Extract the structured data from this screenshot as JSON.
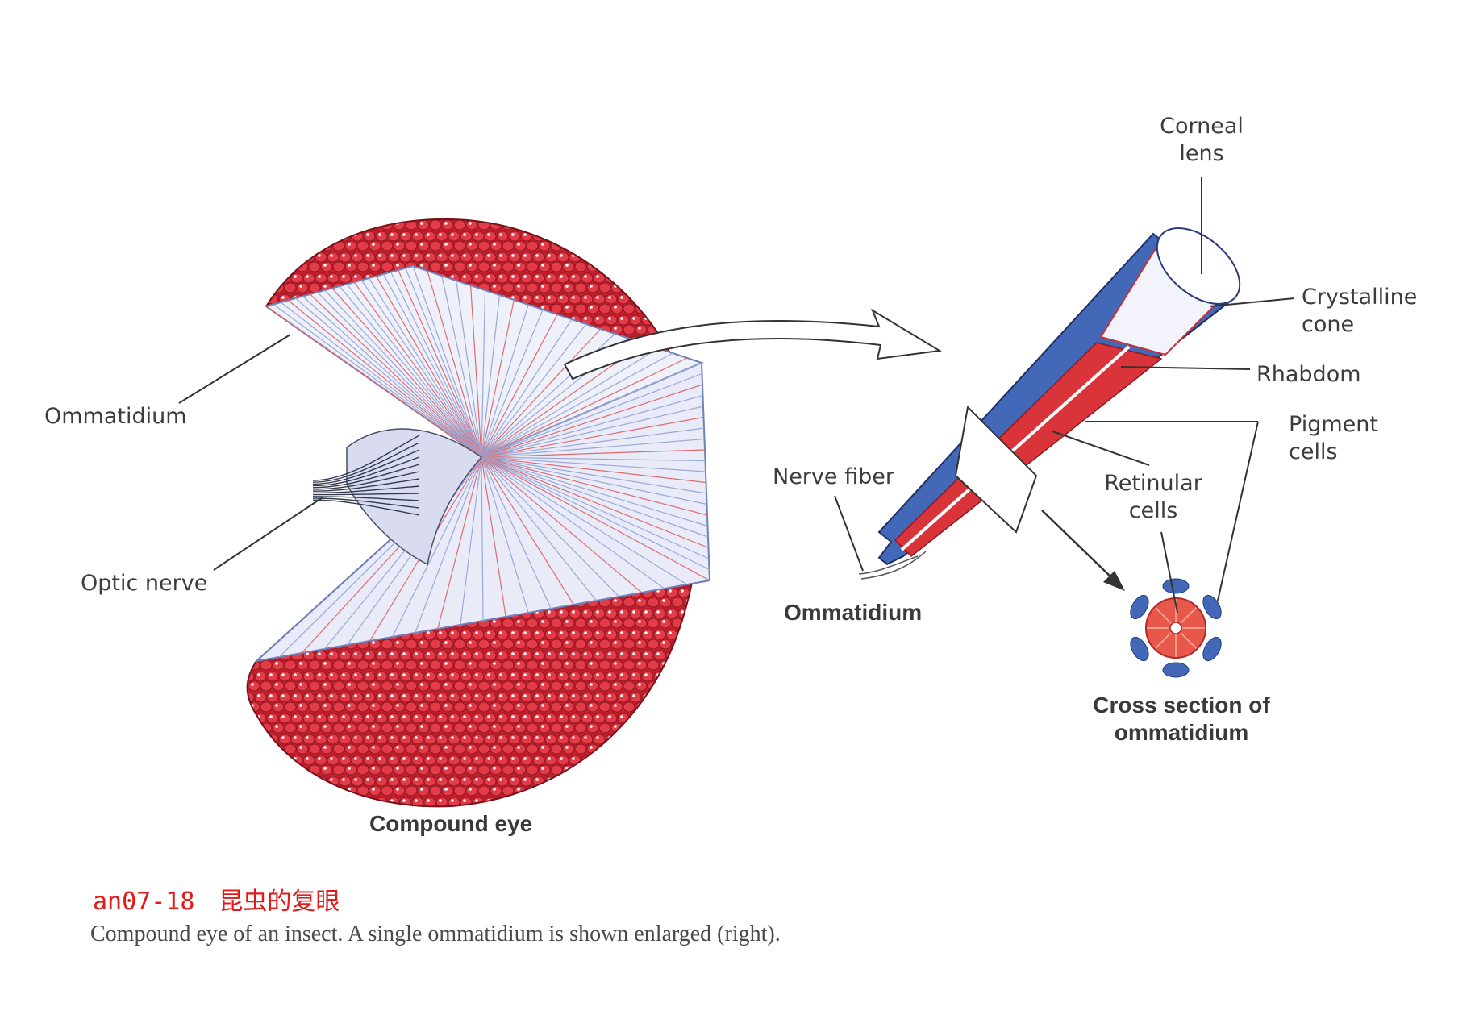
{
  "labels": {
    "ommatidium_left": "Ommatidium",
    "optic_nerve": "Optic nerve",
    "compound_eye": "Compound eye",
    "corneal_lens_1": "Corneal",
    "corneal_lens_2": "lens",
    "crystalline_cone_1": "Crystalline",
    "crystalline_cone_2": "cone",
    "rhabdom": "Rhabdom",
    "pigment_cells_1": "Pigment",
    "pigment_cells_2": "cells",
    "nerve_fiber": "Nerve fiber",
    "retinular_cells_1": "Retinular",
    "retinular_cells_2": "cells",
    "ommatidium_right": "Ommatidium",
    "cross_section_1": "Cross section of",
    "cross_section_2": "ommatidium"
  },
  "figure": {
    "id": "an07-18　昆虫的复眼",
    "caption": "Compound eye of an insect. A single ommatidium is shown enlarged (right)."
  },
  "colors": {
    "facet_red": "#e0303e",
    "facet_dark": "#b51a28",
    "cut_face": "#eef0fa",
    "ray_blue": "#9aa8d6",
    "pigment_blue": "#4468b8",
    "rhabdom_red": "#d8343a"
  }
}
